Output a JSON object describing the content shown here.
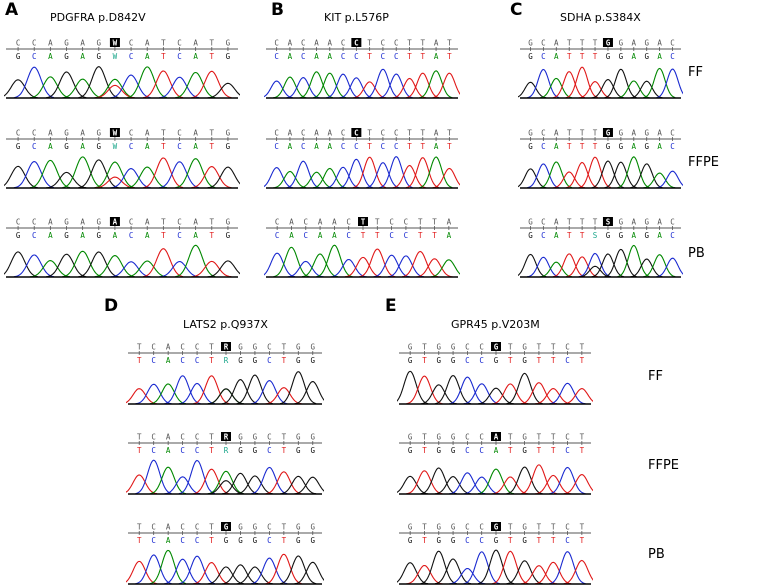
{
  "colors": {
    "A": "#008800",
    "C": "#1a2ad0",
    "G": "#111111",
    "T": "#e01818",
    "ambig": "#17a589",
    "ruler": "#555555"
  },
  "row_labels_top": [
    "FF",
    "FFPE",
    "PB"
  ],
  "row_labels_bottom": [
    "FF",
    "FFPE",
    "PB"
  ],
  "panels": [
    {
      "letter": "A",
      "title": "PDGFRA p.D842V",
      "traces": [
        {
          "top": "CCAGAGWCATCATG",
          "call": "GCAGAGWCATCATG",
          "mut": 6
        },
        {
          "top": "CCAGAGWCATCATG",
          "call": "GCAGAGWCATCATG",
          "mut": 6
        },
        {
          "top": "CCAGAGACATCATG",
          "call": "GCAGAGACATCATG",
          "mut": 6
        }
      ]
    },
    {
      "letter": "B",
      "title": "KIT p.L576P",
      "traces": [
        {
          "top": "CACAACCTCCTTAT",
          "call": "CACAACCTCCTTAT",
          "mut": 6
        },
        {
          "top": "CACAACCTCCTTAT",
          "call": "CACAACCTCCTTAT",
          "mut": 6
        },
        {
          "top": "CACAACTTCCTTA",
          "call": "CACAACTTCCTTA",
          "mut": 6
        }
      ]
    },
    {
      "letter": "C",
      "title": "SDHA p.S384X",
      "traces": [
        {
          "top": "GCATTTGGAGAC",
          "call": "GCATTTGGAGAC",
          "mut": 6
        },
        {
          "top": "GCATTTGGAGAC",
          "call": "GCATTTGGAGAC",
          "mut": 6
        },
        {
          "top": "GCATTTSGAGAC",
          "call": "GCATTSGGAGAC",
          "mut": 6
        }
      ]
    },
    {
      "letter": "D",
      "title": "LATS2 p.Q937X",
      "traces": [
        {
          "top": "TCACCTRGGCTGG",
          "call": "TCACCTRGGCTGG",
          "mut": 6
        },
        {
          "top": "TCACCTRGGCTGG",
          "call": "TCACCTRGGCTGG",
          "mut": 6
        },
        {
          "top": "TCACCTGGGCTGG",
          "call": "TCACCTGGGCTGG",
          "mut": 6
        }
      ]
    },
    {
      "letter": "E",
      "title": "GPR45 p.V203M",
      "traces": [
        {
          "top": "GTGGCCGTGTTCT",
          "call": "GTGGCCGTGTTCT",
          "mut": 6
        },
        {
          "top": "GTGGCCATGTTCT",
          "call": "GTGGCCATGTTCT",
          "mut": 6
        },
        {
          "top": "GTGGCCGTGTTCT",
          "call": "GTGGCCGTGTTCT",
          "mut": 6
        }
      ]
    }
  ]
}
